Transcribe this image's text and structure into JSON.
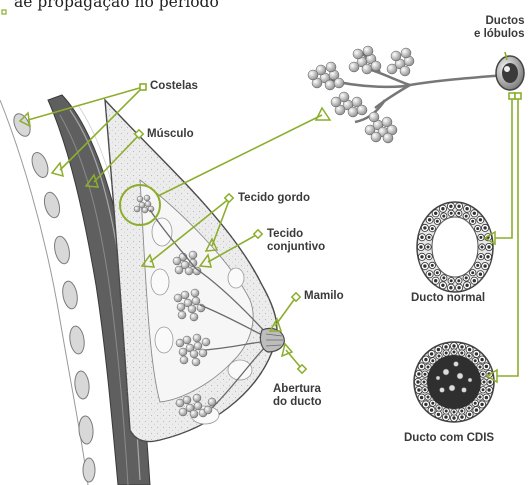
{
  "top_caption": "ae propagação no periodo",
  "labels": {
    "costelas": "Costelas",
    "musculo": "Músculo",
    "tecido_gordo": "Tecido gordo",
    "tecido_conjuntivo": "Tecido\nconjuntivo",
    "mamilo": "Mamilo",
    "abertura_ducto": "Abertura\ndo ducto",
    "ductos_lobulos": "Ductos\ne lóbulos",
    "ducto_normal": "Ducto normal",
    "ducto_cdis": "Ducto com CDIS"
  },
  "colors": {
    "callout": "#8cae2c",
    "ink": "#5a5a5a",
    "label": "#3a3a3a"
  }
}
